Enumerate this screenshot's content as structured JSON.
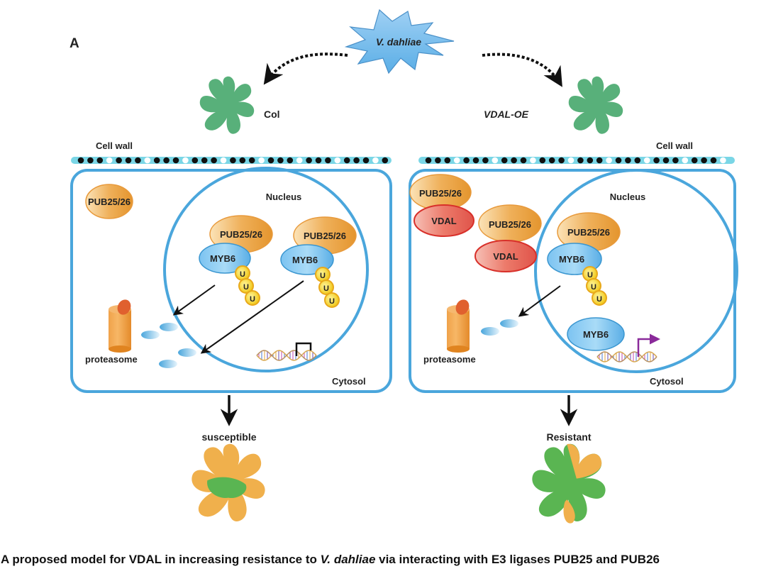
{
  "panel_label": "A",
  "pathogen": {
    "name": "V. dahliae"
  },
  "colors": {
    "membrane": "#4aa6dc",
    "pub": "#e89a3c",
    "myb": "#5aaee6",
    "vdal": "#e0544a",
    "ubiquitin": "#f4d21e",
    "plant_green": "#58b07a",
    "plant_healthy": "#5ab552",
    "plant_yellow": "#f0b04c",
    "genotype_label": "#e83ae8",
    "promoter_active": "#8a2a9a"
  },
  "left_panel": {
    "genotype": "Col",
    "cell_wall_label": "Cell wall",
    "nucleus_label": "Nucleus",
    "cytosol_label": "Cytosol",
    "proteasome_label": "proteasome",
    "cytosol_protein": "PUB25/26",
    "nuclear_complexes": [
      {
        "e3": "PUB25/26",
        "substrate": "MYB6",
        "ubiquitin": [
          "U",
          "U",
          "U"
        ]
      },
      {
        "e3": "PUB25/26",
        "substrate": "MYB6",
        "ubiquitin": [
          "U",
          "U",
          "U"
        ]
      }
    ],
    "transcription": "repressed",
    "outcome": "susceptible"
  },
  "right_panel": {
    "genotype": "VDAL-OE",
    "cell_wall_label": "Cell wall",
    "nucleus_label": "Nucleus",
    "cytosol_label": "Cytosol",
    "proteasome_label": "proteasome",
    "cytosol_complexes": [
      {
        "e3": "PUB25/26",
        "partner": "VDAL"
      },
      {
        "e3": "PUB25/26",
        "partner": "VDAL"
      }
    ],
    "nuclear_complexes": [
      {
        "e3": "PUB25/26",
        "substrate": "MYB6",
        "ubiquitin": [
          "U",
          "U",
          "U"
        ]
      }
    ],
    "free_tf": "MYB6",
    "transcription": "activated",
    "outcome": "Resistant"
  },
  "caption": {
    "prefix": "A proposed model for VDAL in increasing resistance to ",
    "species": "V. dahliae",
    "suffix": " via interacting with E3 ligases PUB25 and PUB26"
  }
}
